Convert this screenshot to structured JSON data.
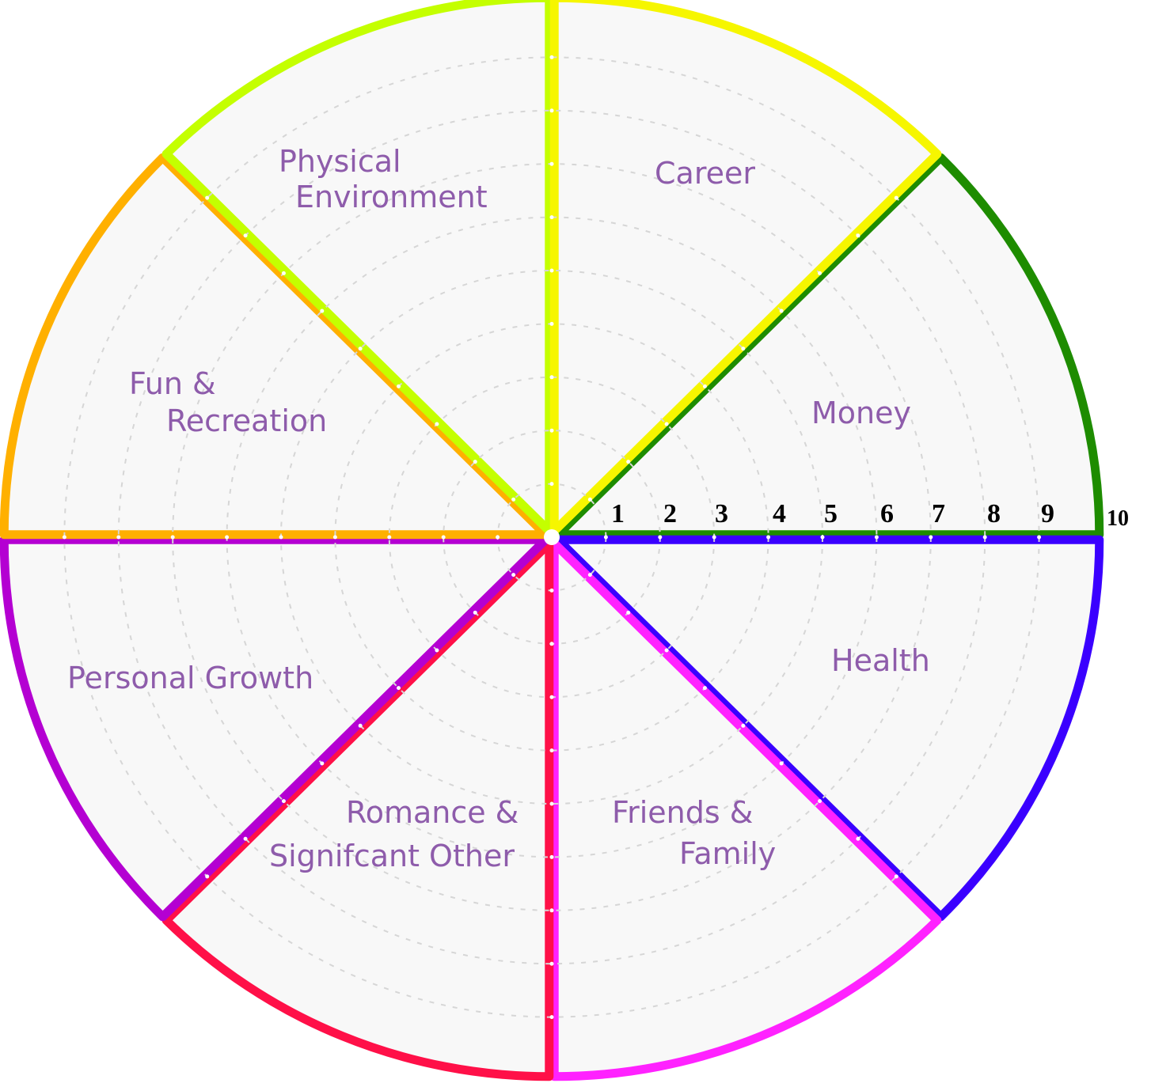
{
  "wheel": {
    "sectors": [
      {
        "name": "Money",
        "color": "#1e8c00",
        "lines": [
          "Money"
        ]
      },
      {
        "name": "Health",
        "color": "#3a00ff",
        "lines": [
          "Health"
        ]
      },
      {
        "name": "Friends & Family",
        "color": "#ff22ff",
        "lines": [
          "Friends &",
          "Family"
        ]
      },
      {
        "name": "Romance & Signifcant Other",
        "color": "#ff1048",
        "lines": [
          "Romance &",
          "Signifcant Other"
        ]
      },
      {
        "name": "Personal Growth",
        "color": "#b400d2",
        "lines": [
          "Personal Growth"
        ]
      },
      {
        "name": "Fun & Recreation",
        "color": "#ffb000",
        "lines": [
          "Fun &",
          "Recreation"
        ]
      },
      {
        "name": "Physical Environment",
        "color": "#c4ff00",
        "lines": [
          "Physical",
          "Environment"
        ]
      },
      {
        "name": "Career",
        "color": "#f6f600",
        "lines": [
          "Career"
        ]
      }
    ],
    "scale": [
      "1",
      "2",
      "3",
      "4",
      "5",
      "6",
      "7",
      "8",
      "9",
      "10"
    ],
    "label_color": "#8e5cab",
    "fill_color": "#f8f8f8"
  }
}
